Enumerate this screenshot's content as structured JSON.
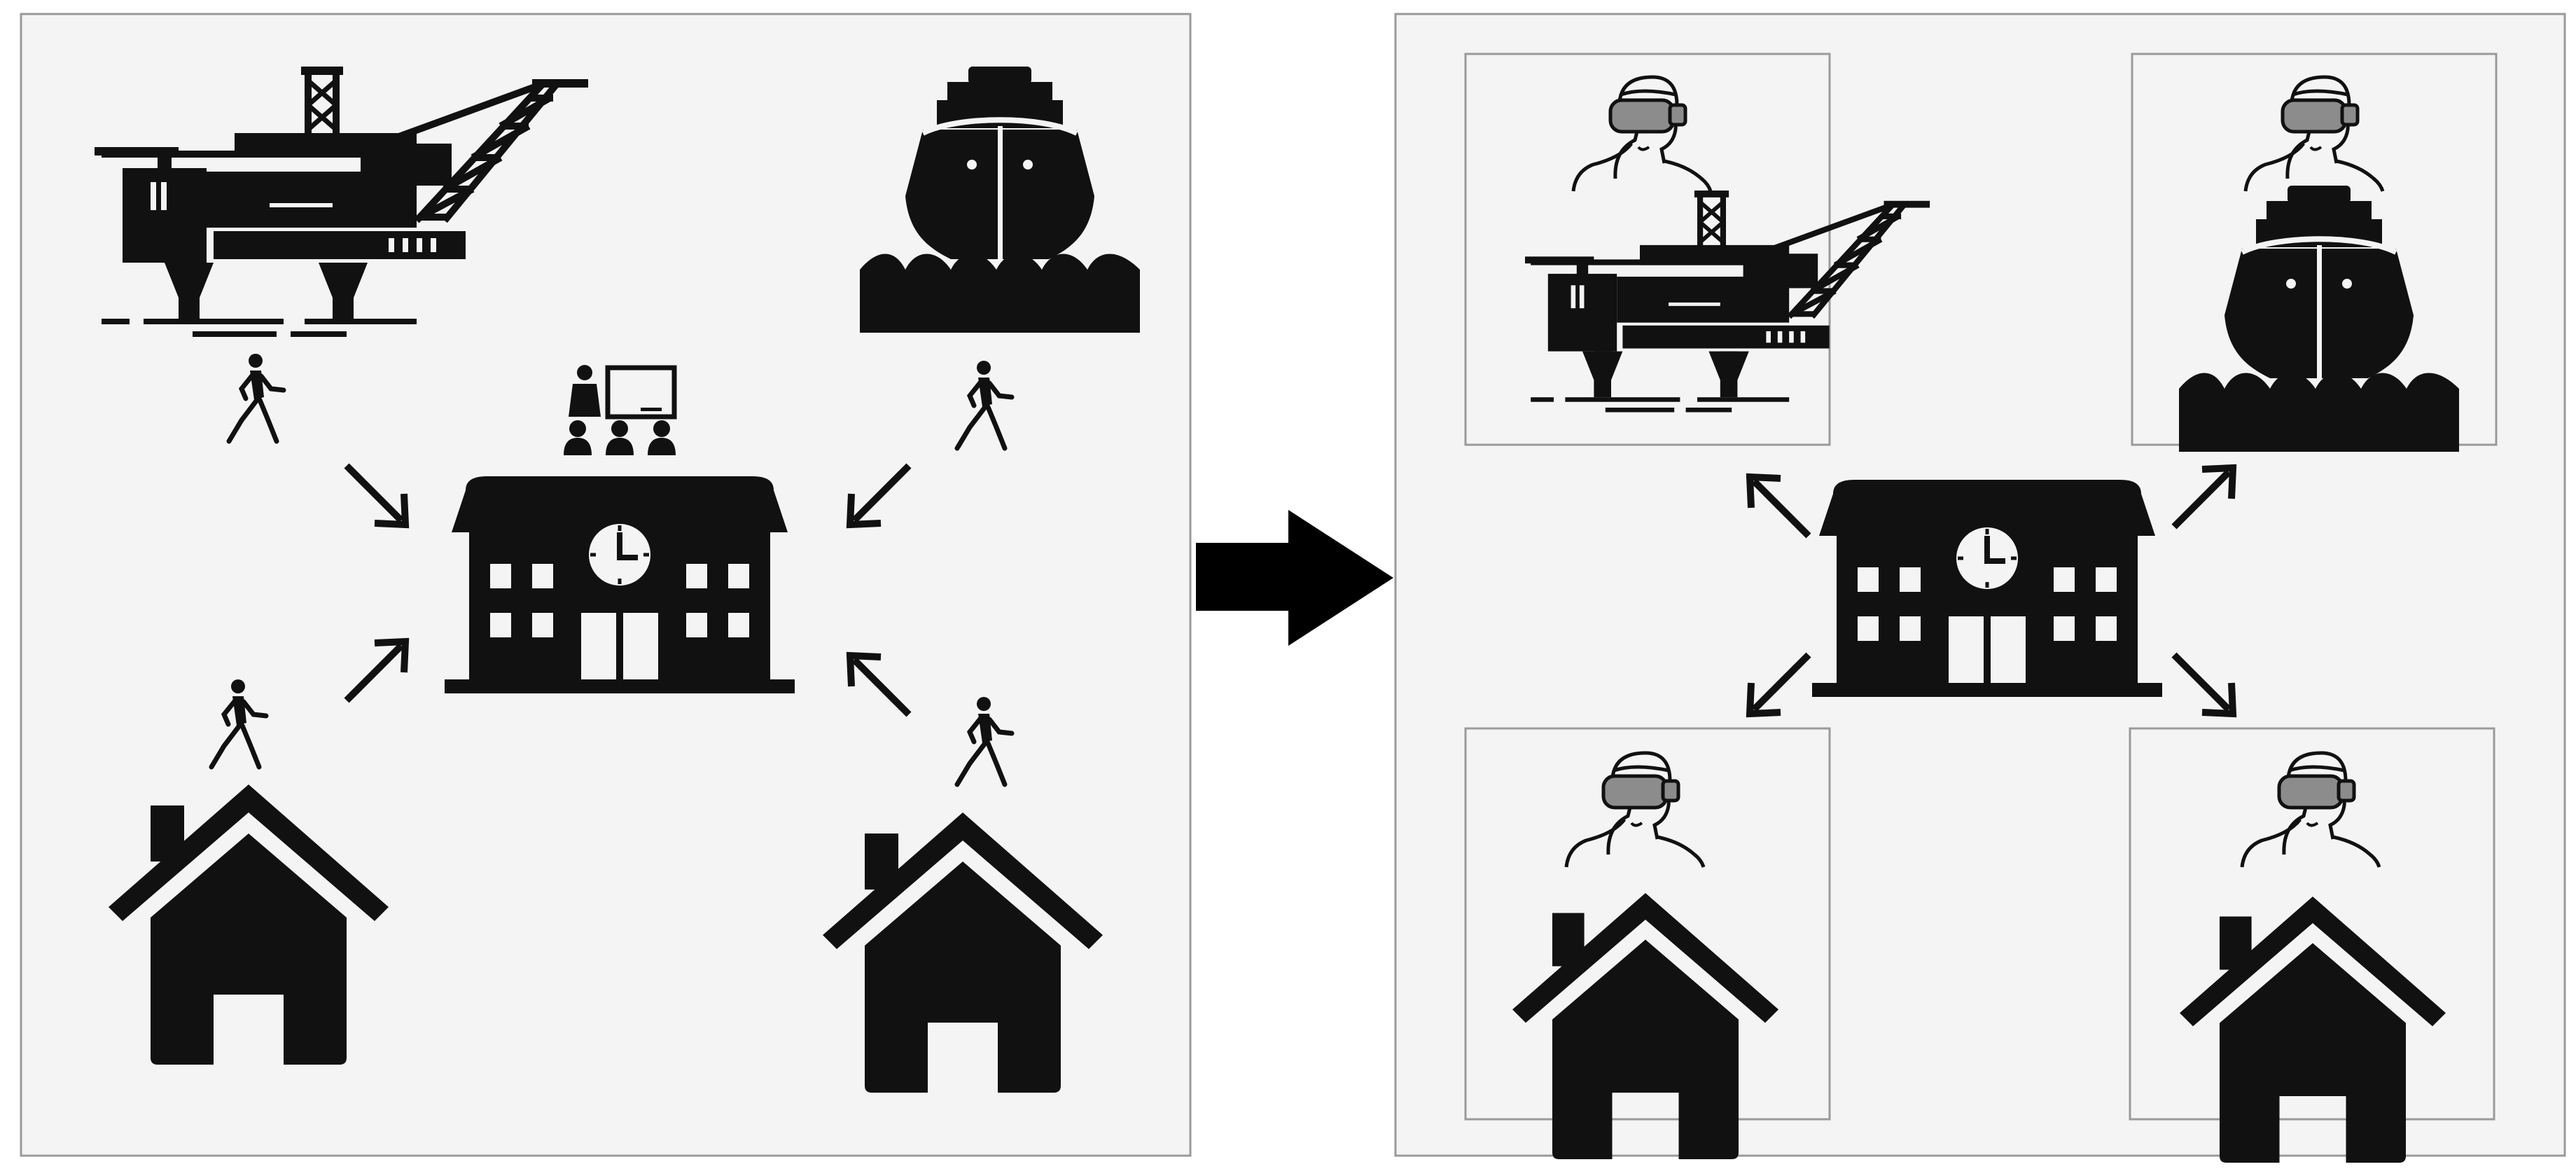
{
  "colors": {
    "background": "#ffffff",
    "panel_fill": "#f4f4f4",
    "panel_border": "#9a9a9a",
    "icon": "#111111",
    "headset": "#8c8c8c"
  },
  "left_panel": {
    "nodes": [
      {
        "id": "oil-rig",
        "icon": "oil-rig-icon",
        "traveller": "walking-person-icon",
        "arrow": "down-right"
      },
      {
        "id": "ship",
        "icon": "ship-icon",
        "traveller": "walking-person-icon",
        "arrow": "down-left"
      },
      {
        "id": "home-left",
        "icon": "house-icon",
        "traveller": "walking-person-icon",
        "arrow": "up-right"
      },
      {
        "id": "home-right",
        "icon": "house-icon",
        "traveller": "walking-person-icon",
        "arrow": "up-left"
      }
    ],
    "hub": {
      "icon": "school-icon",
      "extra": "classroom-icon"
    }
  },
  "transition": {
    "icon": "right-arrow-icon"
  },
  "right_panel": {
    "hub": {
      "icon": "school-icon"
    },
    "nodes": [
      {
        "id": "vr-oil-rig",
        "icon": "oil-rig-icon",
        "user": "vr-headset-user-icon",
        "arrow": "up-left"
      },
      {
        "id": "vr-ship",
        "icon": "ship-icon",
        "user": "vr-headset-user-icon",
        "arrow": "up-right"
      },
      {
        "id": "vr-home-left",
        "icon": "house-icon",
        "user": "vr-headset-user-icon",
        "arrow": "down-left"
      },
      {
        "id": "vr-home-right",
        "icon": "house-icon",
        "user": "vr-headset-user-icon",
        "arrow": "down-right"
      }
    ]
  }
}
